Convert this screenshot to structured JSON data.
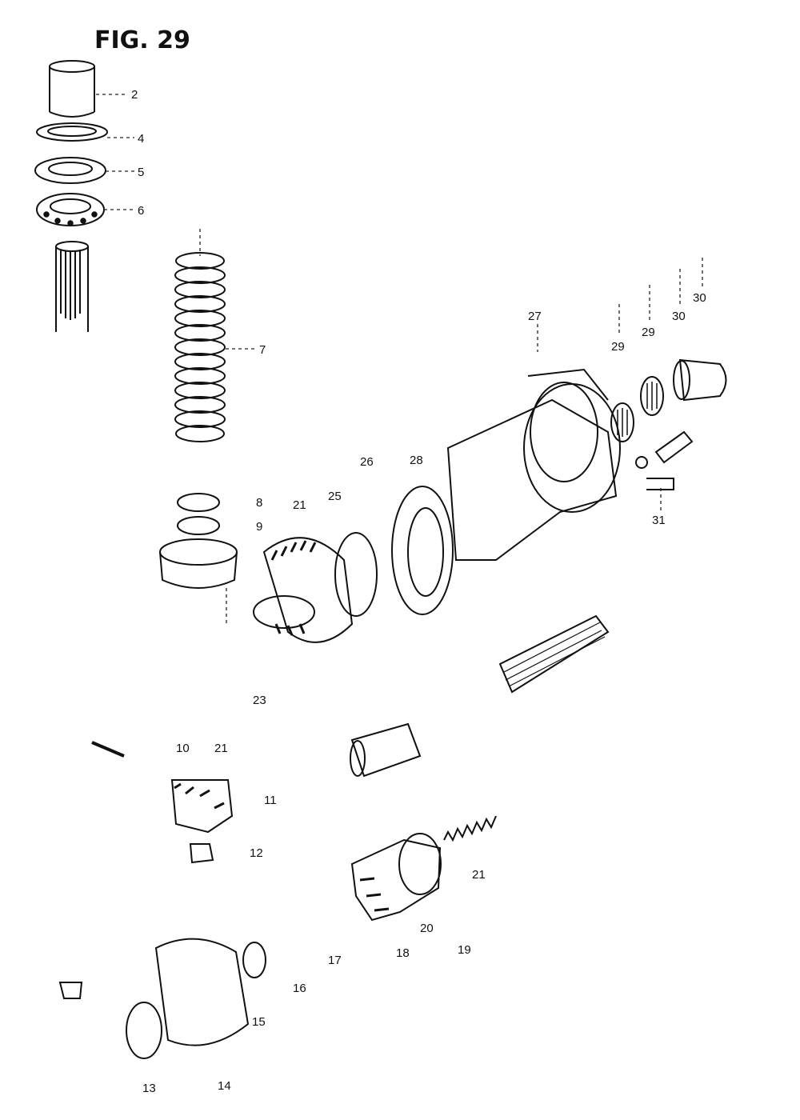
{
  "figure": {
    "title": "FIG. 29"
  },
  "callouts": [
    {
      "id": "c2",
      "text": "2"
    },
    {
      "id": "c4",
      "text": "4"
    },
    {
      "id": "c5",
      "text": "5"
    },
    {
      "id": "c6",
      "text": "6"
    },
    {
      "id": "c7",
      "text": "7"
    },
    {
      "id": "c8",
      "text": "8"
    },
    {
      "id": "c9",
      "text": "9"
    },
    {
      "id": "c10",
      "text": "10"
    },
    {
      "id": "c11",
      "text": "11"
    },
    {
      "id": "c12",
      "text": "12"
    },
    {
      "id": "c13",
      "text": "13"
    },
    {
      "id": "c14",
      "text": "14"
    },
    {
      "id": "c15",
      "text": "15"
    },
    {
      "id": "c16",
      "text": "16"
    },
    {
      "id": "c17",
      "text": "17"
    },
    {
      "id": "c18",
      "text": "18"
    },
    {
      "id": "c19",
      "text": "19"
    },
    {
      "id": "c20",
      "text": "20"
    },
    {
      "id": "c21a",
      "text": "21"
    },
    {
      "id": "c21b",
      "text": "21"
    },
    {
      "id": "c21c",
      "text": "21"
    },
    {
      "id": "c23",
      "text": "23"
    },
    {
      "id": "c25",
      "text": "25"
    },
    {
      "id": "c26",
      "text": "26"
    },
    {
      "id": "c27",
      "text": "27"
    },
    {
      "id": "c28",
      "text": "28"
    },
    {
      "id": "c29a",
      "text": "29"
    },
    {
      "id": "c29b",
      "text": "29"
    },
    {
      "id": "c30a",
      "text": "30"
    },
    {
      "id": "c30b",
      "text": "30"
    },
    {
      "id": "c31",
      "text": "31"
    }
  ]
}
